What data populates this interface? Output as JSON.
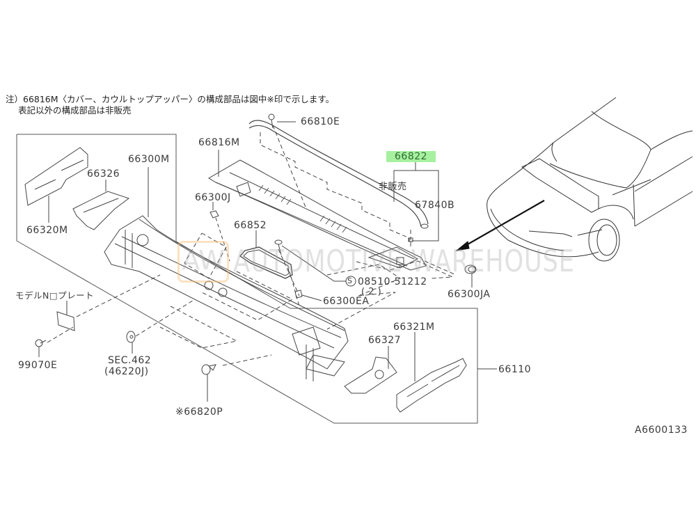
{
  "note": {
    "line1": "注）66816M〈カバー、カウルトップアッパー〉の構成部品は図中※印で示します。",
    "line2": "表記以外の構成部品は非販売"
  },
  "watermark": {
    "logo": "AW",
    "text": "AUTOMOTIVE WAREHOUSE"
  },
  "highlight_color": "#a6f1a0",
  "labels": {
    "p66810E": "66810E",
    "p66816M": "66816M",
    "p66822": "66822",
    "not_for_sale": "非販売",
    "p67840B": "67840B",
    "p66300M": "66300M",
    "p66326": "66326",
    "p66320M": "66320M",
    "p66300J": "66300J",
    "p66852": "66852",
    "p08510": "08510-51212",
    "p08510_qty": "( 2 )",
    "p66300EA": "66300EA",
    "p66300JA": "66300JA",
    "model_plate": "モデルN□プレート",
    "p99070E": "99070E",
    "sec462": "SEC.462",
    "p46220J": "(46220J)",
    "p66820P": "※66820P",
    "p66321M": "66321M",
    "p66327": "66327",
    "p66110": "66110",
    "diagram_id": "A6600133"
  },
  "icons": {
    "s_mark": "S"
  }
}
